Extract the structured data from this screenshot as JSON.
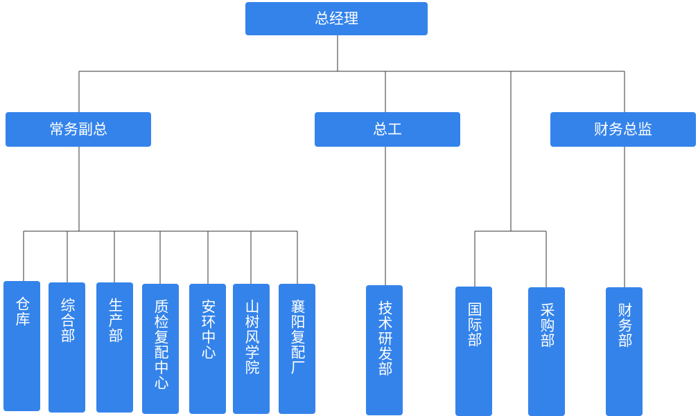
{
  "org": {
    "ceo": "总经理",
    "executive_vp": "常务副总",
    "chief_engineer": "总工",
    "cfo": "财务总监",
    "warehouse": "仓库",
    "general_dept": "综合部",
    "production_dept": "生产部",
    "qc_center": "质检复配中心",
    "safety_env_center": "安环中心",
    "shanshu_institute": "山树风学院",
    "xiangyang_plant": "襄阳复配厂",
    "rd_dept": "技术研发部",
    "intl_dept": "国际部",
    "purchasing_dept": "采购部",
    "finance_dept": "财务部"
  }
}
